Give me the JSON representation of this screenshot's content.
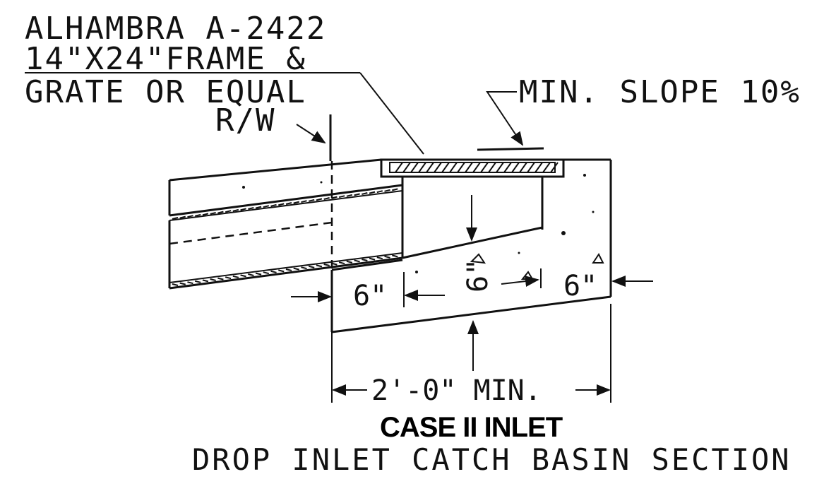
{
  "labels": {
    "grate_line1": "ALHAMBRA A-2422",
    "grate_line2": "14\"X24\"FRAME &",
    "grate_line3": "GRATE OR EQUAL",
    "row": "R/W",
    "slope": "MIN. SLOPE 10%"
  },
  "dimensions": {
    "left_wall": "6\"",
    "middle": "6\"",
    "right_wall": "6\"",
    "width": "2'-0\" MIN."
  },
  "title": {
    "main": "CASE II INLET",
    "subtitle": "DROP INLET CATCH BASIN SECTION"
  }
}
